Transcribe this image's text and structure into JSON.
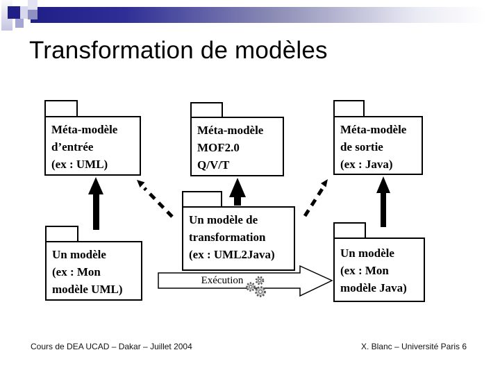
{
  "title": "Transformation de modèles",
  "boxes": {
    "meta_in": {
      "lines": [
        "Méta-modèle",
        "d’entrée",
        "(ex : UML)"
      ]
    },
    "meta_mof": {
      "lines": [
        "Méta-modèle",
        "MOF2.0",
        "Q/V/T"
      ]
    },
    "meta_out": {
      "lines": [
        "Méta-modèle",
        "de sortie",
        "(ex : Java)"
      ]
    },
    "model_in": {
      "lines": [
        "Un modèle",
        "(ex : Mon",
        "modèle UML)"
      ]
    },
    "transfo": {
      "lines": [
        "Un modèle de",
        "transformation",
        "(ex : UML2Java)"
      ]
    },
    "model_out": {
      "lines": [
        "Un modèle",
        "(ex : Mon",
        "modèle Java)"
      ]
    }
  },
  "execution": {
    "label": "Exécution"
  },
  "footer": {
    "left": "Cours de DEA UCAD – Dakar – Juillet 2004",
    "right": "X. Blanc – Université Paris 6"
  },
  "colors": {
    "navy": "#1f1f87",
    "lavender_pale": "#e2e2f2",
    "lavender_light": "#d8d8ec",
    "lavender_mid": "#8f8fc2",
    "lavender_soft": "#a6a6d2",
    "box_border": "#000000",
    "text": "#000000",
    "gear_fill": "#c8c8c8",
    "gear_stroke": "#555555"
  }
}
